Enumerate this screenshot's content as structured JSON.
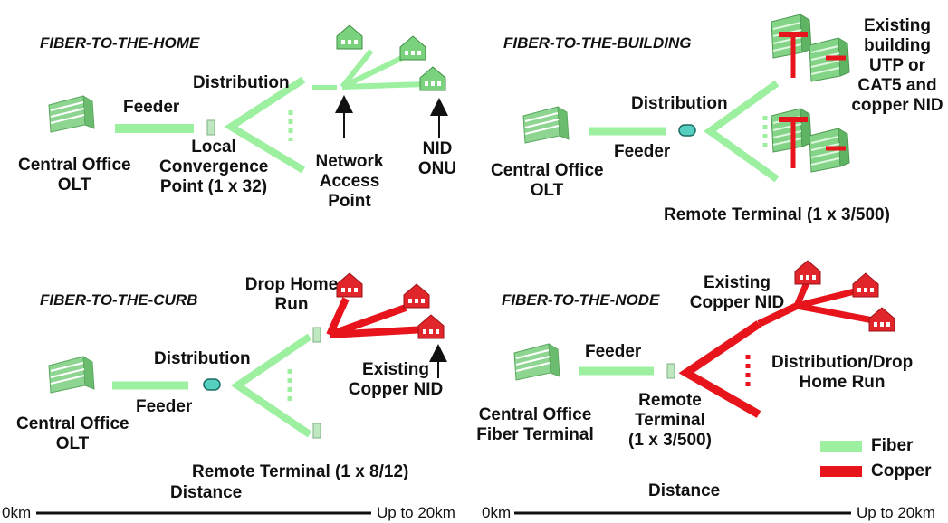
{
  "colors": {
    "fiber": "#9cf0a0",
    "copper": "#e8141b",
    "building": "#7ad27e",
    "house": "#e0262b"
  },
  "ftth": {
    "title": "FIBER-TO-THE-HOME",
    "feeder": "Feeder",
    "distribution": "Distribution",
    "central_office": [
      "Central Office",
      "OLT"
    ],
    "convergence": [
      "Local",
      "Convergence",
      "Point (1 x 32)"
    ],
    "access_point": [
      "Network",
      "Access",
      "Point"
    ],
    "nid": [
      "NID",
      "ONU"
    ]
  },
  "fttb": {
    "title": "FIBER-TO-THE-BUILDING",
    "distribution": "Distribution",
    "feeder": "Feeder",
    "central_office": [
      "Central Office",
      "OLT"
    ],
    "existing": [
      "Existing",
      "building",
      "UTP or",
      "CAT5 and",
      "copper NID"
    ],
    "remote_terminal": "Remote Terminal (1 x 3/500)"
  },
  "fttc": {
    "title": "FIBER-TO-THE-CURB",
    "drop": [
      "Drop Home",
      "Run"
    ],
    "distribution": "Distribution",
    "feeder": "Feeder",
    "central_office": [
      "Central Office",
      "OLT"
    ],
    "existing": [
      "Existing",
      "Copper NID"
    ],
    "remote_terminal": "Remote Terminal (1 x 8/12)",
    "distance": "Distance"
  },
  "fttn": {
    "title": "FIBER-TO-THE-NODE",
    "existing": [
      "Existing",
      "Copper NID"
    ],
    "feeder": "Feeder",
    "central_office": [
      "Central Office",
      "Fiber Terminal"
    ],
    "remote_terminal": [
      "Remote",
      "Terminal",
      "(1 x 3/500)"
    ],
    "drop": [
      "Distribution/Drop",
      "Home Run"
    ],
    "distance": "Distance"
  },
  "legend": {
    "fiber": "Fiber",
    "copper": "Copper"
  },
  "scale_left": {
    "start": "0km",
    "end": "Up to 20km"
  },
  "scale_right": {
    "start": "0km",
    "end": "Up to 20km"
  }
}
